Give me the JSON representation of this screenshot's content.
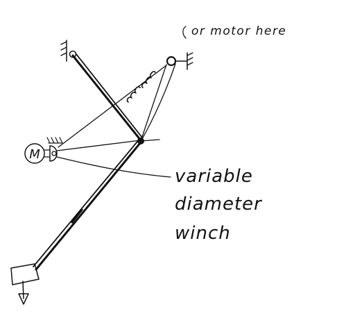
{
  "annotations": {
    "top_note": "or motor here",
    "winch_label_line1": "variable",
    "winch_label_line2": "diameter",
    "winch_label_line3": "winch",
    "motor_symbol": "M"
  },
  "colors": {
    "ink": "#111111",
    "paper": "#ffffff"
  }
}
